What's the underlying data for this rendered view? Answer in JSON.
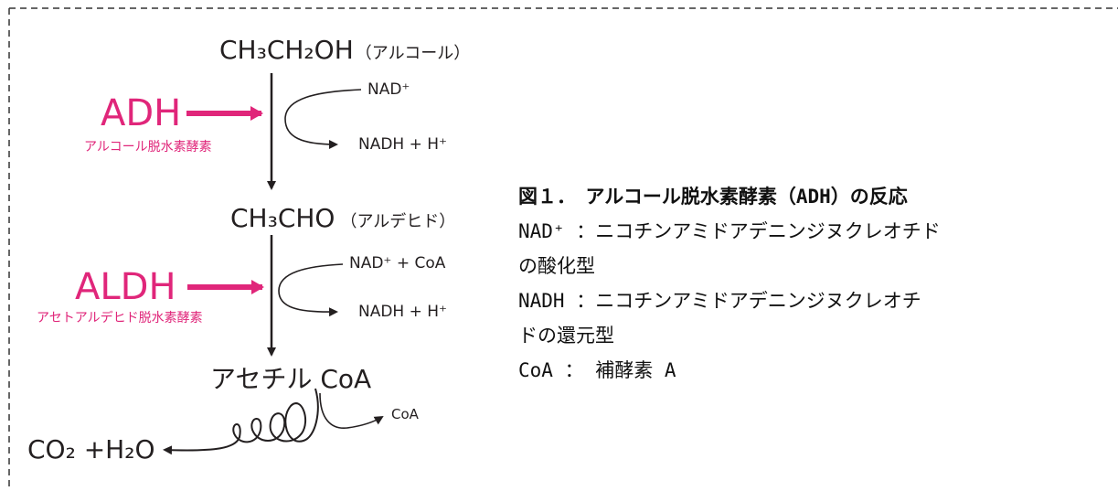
{
  "diagram": {
    "ethanol": "CH₃CH₂OH",
    "ethanol_note": "（アルコール）",
    "acetaldehyde": "CH₃CHO",
    "acetaldehyde_note": "（アルデヒド）",
    "acetyl_coa": "アセチル CoA",
    "products": "CO₂ +H₂O",
    "adh_label": "ADH",
    "adh_full": "アルコール脱水素酵素",
    "aldh_label": "ALDH",
    "aldh_full": "アセトアルデヒド脱水素酵素",
    "step1_in": "NAD⁺",
    "step1_out": "NADH + H⁺",
    "step2_in": "NAD⁺ + CoA",
    "step2_out": "NADH + H⁺",
    "step3_out": "CoA",
    "accent_color": "#e0267a"
  },
  "caption": {
    "title": "図１．　アルコール脱水素酵素（ADH）の反応",
    "line1": "NAD⁺ ：ニコチンアミドアデニンジヌクレオチド",
    "line2": "の酸化型",
    "line3": "NADH ：ニコチンアミドアデニンジヌクレオチ",
    "line4": "ドの還元型",
    "line5": "CoA ： 補酵素 A"
  }
}
